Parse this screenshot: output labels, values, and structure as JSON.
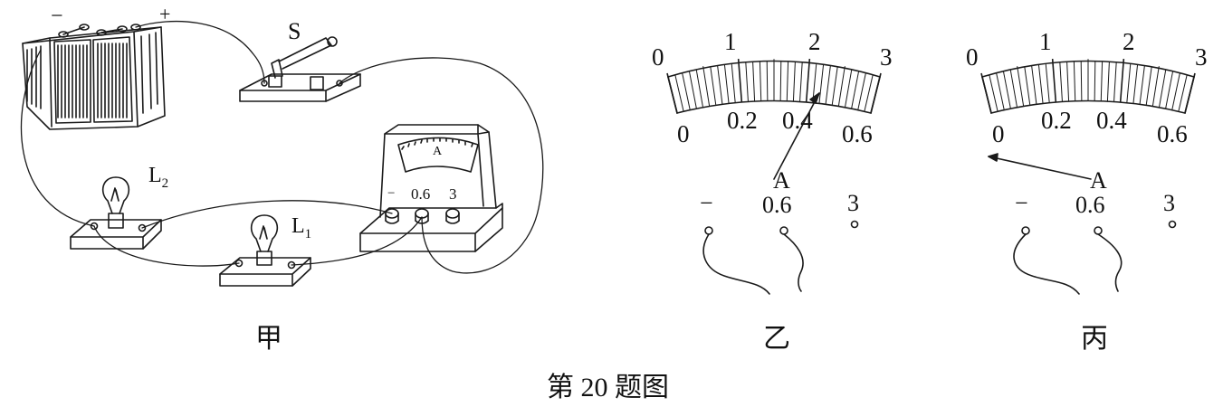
{
  "figure_caption": "第 20 题图",
  "panels": {
    "jia": {
      "label": "甲"
    },
    "yi": {
      "label": "乙"
    },
    "bing": {
      "label": "丙"
    }
  },
  "battery": {
    "neg": "−",
    "pos": "+"
  },
  "switch": {
    "label": "S"
  },
  "lamps": {
    "l2_main": "L",
    "l2_sub": "2",
    "l1_main": "L",
    "l1_sub": "1"
  },
  "ammeter": {
    "face_letter": "A",
    "term_neg": "−",
    "term_06": "0.6",
    "term_3": "3"
  },
  "scale": {
    "upper": [
      "0",
      "1",
      "2",
      "3"
    ],
    "lower": [
      "0",
      "0.2",
      "0.4",
      "0.6"
    ],
    "unit": "A",
    "terminals": [
      "−",
      "0.6",
      "3"
    ]
  },
  "colors": {
    "ink": "#1a1a1a",
    "paper": "#ffffff"
  }
}
